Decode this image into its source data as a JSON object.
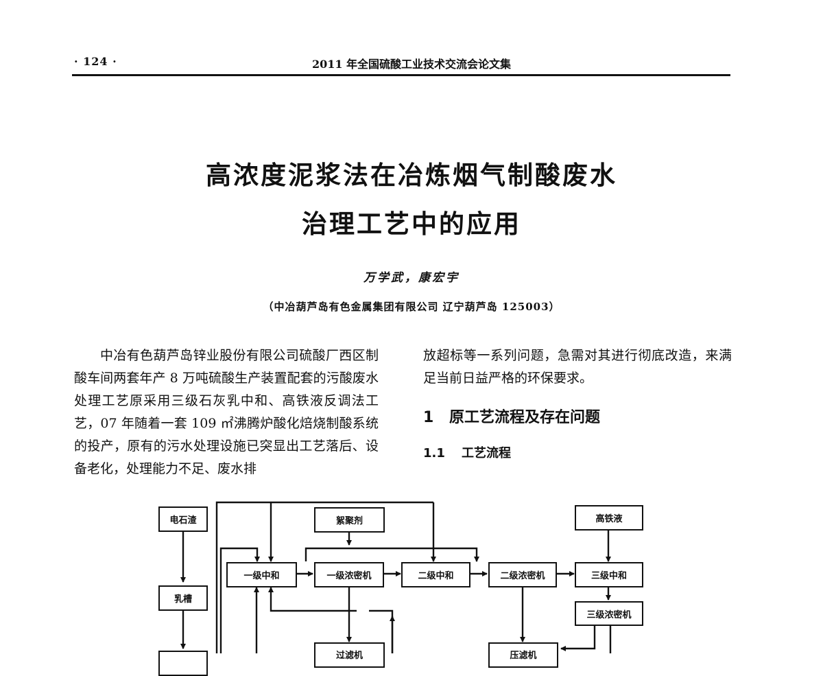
{
  "header": {
    "page_number": "· 124 ·",
    "journal": "2011 年全国硫酸工业技术交流会论文集"
  },
  "paper": {
    "title_line1": "高浓度泥浆法在冶炼烟气制酸废水",
    "title_line2": "治理工艺中的应用",
    "authors": "万学武，康宏宇",
    "affiliation": "（中冶葫芦岛有色金属集团有限公司 辽宁葫芦岛 125003）"
  },
  "body": {
    "left_paragraph": "中冶有色葫芦岛锌业股份有限公司硫酸厂西区制酸车间两套年产 8 万吨硫酸生产装置配套的污酸废水处理工艺原采用三级石灰乳中和、高铁液反调法工艺，07 年随着一套 109 ㎡沸腾炉酸化焙烧制酸系统的投产，原有的污水处理设施已突显出工艺落后、设备老化，处理能力不足、废水排",
    "right_paragraph": "放超标等一系列问题，急需对其进行彻底改造，来满足当前日益严格的环保要求。",
    "section1": {
      "number": "1",
      "title": "原工艺流程及存在问题"
    },
    "section1_1": {
      "number": "1.1",
      "title": "工艺流程"
    }
  },
  "flowchart": {
    "boxes": {
      "carbide_slag": "电石渣",
      "lime_tank": "乳槽",
      "flocculant": "絮聚剂",
      "high_iron_liquid": "高铁液",
      "stage1_neutralization": "一级中和",
      "stage1_thickener": "一级浓密机",
      "stage2_neutralization": "二级中和",
      "stage2_thickener": "二级浓密机",
      "stage3_neutralization": "三级中和",
      "stage3_thickener": "三级浓密机",
      "filter": "过滤机",
      "filter_press": "压滤机"
    }
  }
}
